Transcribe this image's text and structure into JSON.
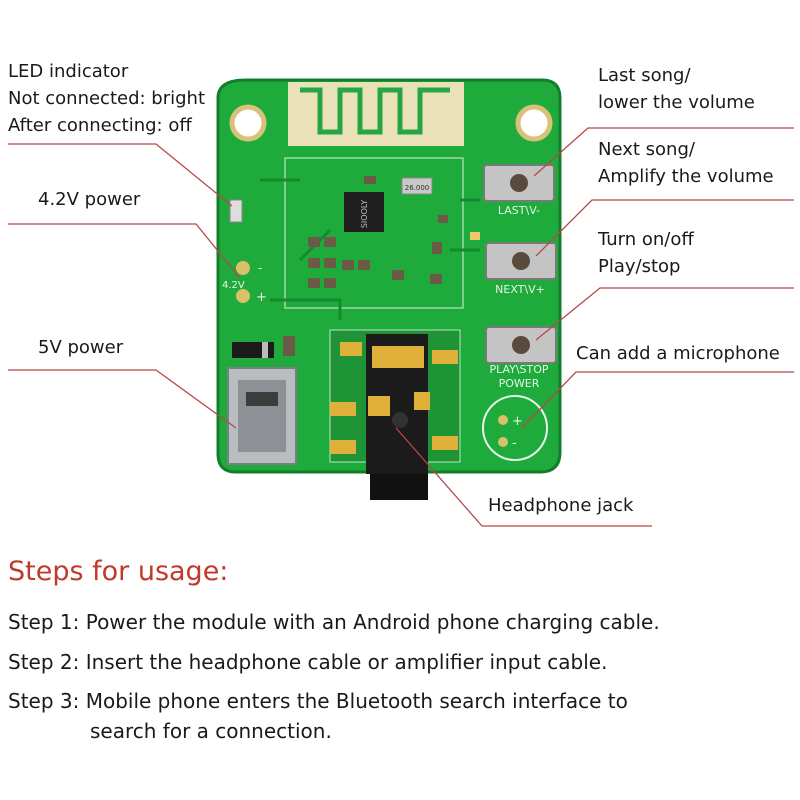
{
  "callouts": {
    "led": [
      "LED indicator",
      "Not connected: bright",
      "After connecting: off"
    ],
    "power42": "4.2V power",
    "power5": "5V power",
    "last": [
      "Last song/",
      "lower the volume"
    ],
    "next": [
      "Next song/",
      "Amplify the volume"
    ],
    "play": [
      "Turn on/off",
      "Play/stop"
    ],
    "mic": "Can add a microphone",
    "jack": "Headphone jack"
  },
  "board": {
    "chip_label": "SIOOLY",
    "crystal_label": "26.000",
    "btn_last": "LAST\\V-",
    "btn_next": "NEXT\\V+",
    "btn_play": "PLAY\\STOP",
    "power_text": "POWER",
    "v42": "4.2V",
    "plus": "+",
    "minus": "-"
  },
  "steps": {
    "title": "Steps for usage:",
    "step1": "Step 1: Power the module with an Android phone charging cable.",
    "step2": "Step 2: Insert the headphone cable or amplifier input cable.",
    "step3_a": "Step 3: Mobile phone enters the Bluetooth search interface to",
    "step3_b": "search for a connection."
  },
  "colors": {
    "pcb": "#1faa3c",
    "pcb_dark": "#148a2e",
    "antenna": "#e9e2b8",
    "gold": "#e0b13a",
    "callout_line": "#b84848",
    "title_red": "#c0392b"
  }
}
